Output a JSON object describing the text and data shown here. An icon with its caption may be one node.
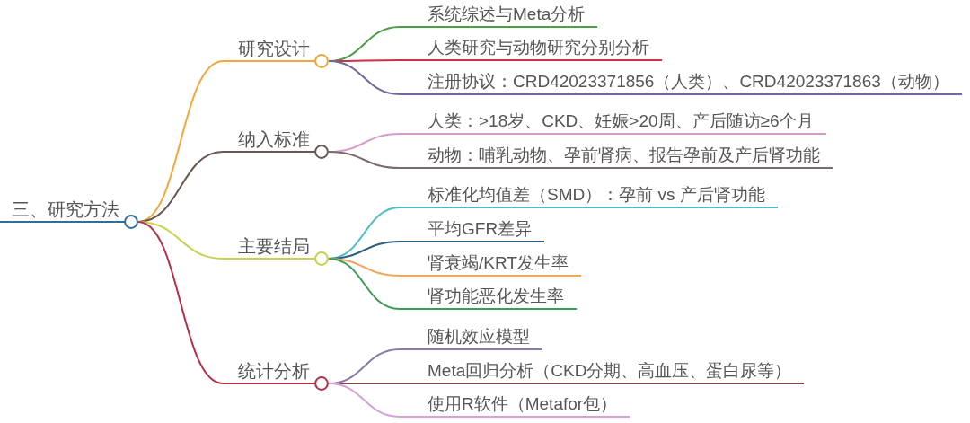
{
  "diagram": {
    "nodes": [
      {
        "text": [
          "三、研究方法"
        ]
      },
      {
        "text": [
          "研究设计"
        ]
      },
      {
        "text": [
          "系统综述与Meta分析"
        ]
      },
      {
        "text": [
          "人类研究与动物研究分别分析"
        ]
      },
      {
        "text": [
          "注册协议：CRD42023371856（人类）、CRD42023371863（动物）"
        ]
      },
      {
        "text": [
          "纳入标准"
        ]
      },
      {
        "text": [
          "人类：>18岁、CKD、妊娠>20周、产后随访≥6个月"
        ]
      },
      {
        "text": [
          "动物：哺乳动物、孕前肾病、报告孕前及产后肾功能"
        ]
      },
      {
        "text": [
          "主要结局"
        ]
      },
      {
        "text": [
          "标准化均值差（SMD）：孕前 vs 产后肾功能"
        ]
      },
      {
        "text": [
          "平均GFR差异"
        ]
      },
      {
        "text": [
          "肾衰竭/KRT发生率"
        ]
      },
      {
        "text": [
          "肾功能恶化发生率"
        ]
      },
      {
        "text": [
          "统计分析"
        ]
      },
      {
        "text": [
          "随机效应模型"
        ]
      },
      {
        "text": [
          "Meta回归分析（CKD分期、高血压、蛋白尿等）"
        ]
      },
      {
        "text": [
          "使用R软件（Metafor包）"
        ]
      }
    ],
    "edges": [
      {
        "from": 0,
        "to": 1,
        "arrow": "none",
        "color": "#f2a73a"
      },
      {
        "from": 1,
        "to": 2,
        "arrow": "none",
        "color": "#4e9d4a"
      },
      {
        "from": 1,
        "to": 3,
        "arrow": "none",
        "color": "#c8334b"
      },
      {
        "from": 1,
        "to": 4,
        "arrow": "none",
        "color": "#75679e"
      },
      {
        "from": 0,
        "to": 5,
        "arrow": "none",
        "color": "#6a5650"
      },
      {
        "from": 5,
        "to": 6,
        "arrow": "none",
        "color": "#d69ccd"
      },
      {
        "from": 5,
        "to": 7,
        "arrow": "none",
        "color": "#7a6b6b"
      },
      {
        "from": 0,
        "to": 8,
        "arrow": "none",
        "color": "#c6d34a"
      },
      {
        "from": 8,
        "to": 9,
        "arrow": "none",
        "color": "#4dbec6"
      },
      {
        "from": 8,
        "to": 10,
        "arrow": "none",
        "color": "#2e5f80"
      },
      {
        "from": 8,
        "to": 11,
        "arrow": "none",
        "color": "#f0a85e"
      },
      {
        "from": 8,
        "to": 12,
        "arrow": "none",
        "color": "#3d9c58"
      },
      {
        "from": 0,
        "to": 13,
        "arrow": "none",
        "color": "#b2304a"
      },
      {
        "from": 13,
        "to": 14,
        "arrow": "none",
        "color": "#8a7aa6"
      },
      {
        "from": 13,
        "to": 15,
        "arrow": "none",
        "color": "#7a4a4c"
      },
      {
        "from": 13,
        "to": 16,
        "arrow": "none",
        "color": "#d4a2d8"
      }
    ]
  }
}
